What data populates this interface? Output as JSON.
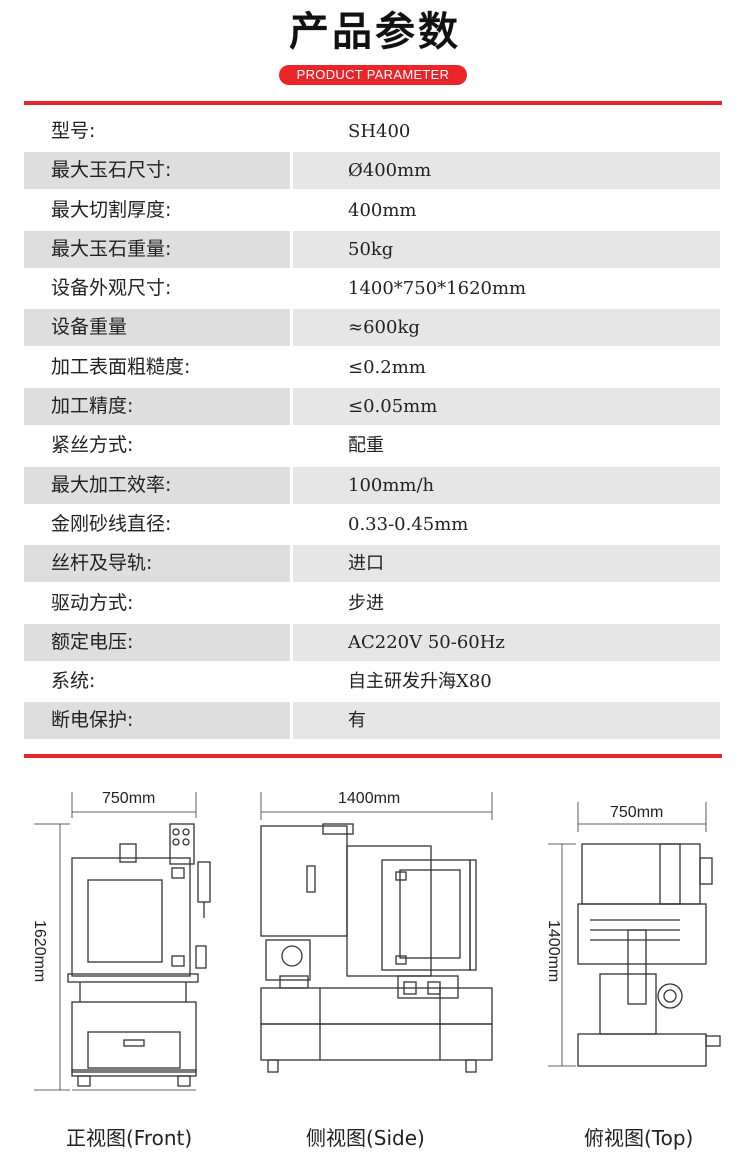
{
  "header": {
    "title": "产品参数",
    "subtitle": "PRODUCT PARAMETER"
  },
  "colors": {
    "accent": "#e8262a",
    "row_shade": "#e3e3e3"
  },
  "specs": [
    {
      "label": "型号:",
      "value": "SH400"
    },
    {
      "label": "最大玉石尺寸:",
      "value": "Ø400mm"
    },
    {
      "label": "最大切割厚度:",
      "value": "400mm"
    },
    {
      "label": "最大玉石重量:",
      "value": "50kg"
    },
    {
      "label": "设备外观尺寸:",
      "value": "1400*750*1620mm"
    },
    {
      "label": "设备重量",
      "value": "≈600kg"
    },
    {
      "label": "加工表面粗糙度:",
      "value": "≤0.2mm"
    },
    {
      "label": "加工精度:",
      "value": "≤0.05mm"
    },
    {
      "label": "紧丝方式:",
      "value": "配重"
    },
    {
      "label": "最大加工效率:",
      "value": "100mm/h"
    },
    {
      "label": "金刚砂线直径:",
      "value": "0.33-0.45mm"
    },
    {
      "label": "丝杆及导轨:",
      "value": "进口"
    },
    {
      "label": "驱动方式:",
      "value": "步进"
    },
    {
      "label": "额定电压:",
      "value": "AC220V 50-60Hz"
    },
    {
      "label": "系统:",
      "value": "自主研发升海X80"
    },
    {
      "label": "断电保护:",
      "value": "有"
    }
  ],
  "views": {
    "front": {
      "caption": "正视图(Front)",
      "width_label": "750mm",
      "height_label": "1620mm"
    },
    "side": {
      "caption": "侧视图(Side)",
      "width_label": "1400mm"
    },
    "top": {
      "caption": "俯视图(Top)",
      "width_label": "750mm",
      "depth_label": "1400mm"
    }
  }
}
